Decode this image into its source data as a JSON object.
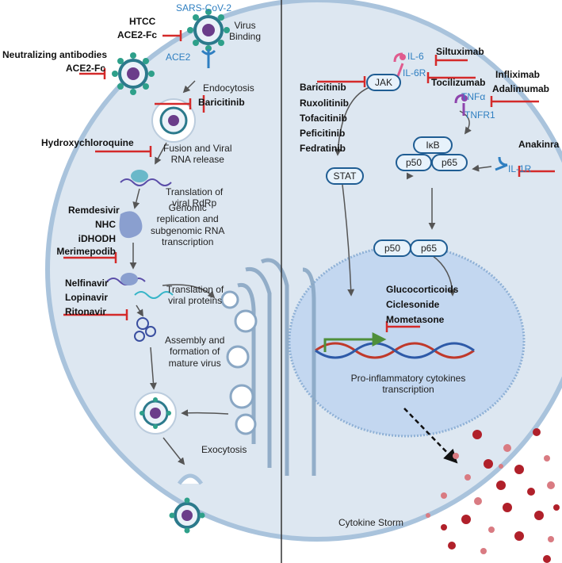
{
  "virus_binding": {
    "name": "SARS-CoV-2",
    "label": "Virus\nBinding",
    "receptor": "ACE2",
    "drugs": [
      "HTCC",
      "ACE2-Fc"
    ]
  },
  "extracellular_drugs": [
    "Neutralizing antibodies",
    "ACE2-Fc"
  ],
  "left_steps": {
    "endocytosis": "Endocytosis",
    "fusion": "Fusion and Viral\nRNA release",
    "translation_rdrp": "Translation of\nviral RdRp",
    "replication": "Genomic\nreplication and\nsubgenomic RNA\ntranscription",
    "translation_proteins": "Translation of\nviral proteins",
    "assembly": "Assembly and\nformation of\nmature virus",
    "exocytosis": "Exocytosis"
  },
  "left_drugs": {
    "endocytosis": [
      "Baricitinib"
    ],
    "fusion": [
      "Hydroxychloroquine"
    ],
    "replication": [
      "Remdesivir",
      "NHC",
      "iDHODH",
      "Merimepodib"
    ],
    "protease": [
      "Nelfinavir",
      "Lopinavir",
      "Ritonavir"
    ]
  },
  "right_pathway": {
    "jak": "JAK",
    "stat": "STAT",
    "ikb": "IκB",
    "p50": "p50",
    "p65": "p65",
    "il6": "IL-6",
    "il6r": "IL-6R",
    "tnfa": "TNFα",
    "tnfr1": "TNFR1",
    "il1r": "IL-1R",
    "transcription": "Pro-inflammatory cytokines\ntranscription",
    "cytokine_storm": "Cytokine Storm"
  },
  "right_drugs": {
    "jak_inhibitors": [
      "Baricitinib",
      "Ruxolitinib",
      "Tofacitinib",
      "Peficitinib",
      "Fedratinib"
    ],
    "il6": [
      "Siltuximab"
    ],
    "il6r": [
      "Tocilizumab"
    ],
    "tnfa": [
      "Infliximab",
      "Adalimumab"
    ],
    "il1r": [
      "Anakinra"
    ],
    "steroids": [
      "Glucocorticoids",
      "Ciclesonide",
      "Mometasone"
    ]
  },
  "colors": {
    "cell_fill": "#dde7f1",
    "cell_border": "#a9c3dc",
    "nucleus_fill": "#c3d7f0",
    "inhibitor": "#d42a2a",
    "receptor_blue": "#2f7fc1",
    "il6_pink": "#e05b8e",
    "tnf_purple": "#8e44ad",
    "cytokine": "#b0202a"
  }
}
